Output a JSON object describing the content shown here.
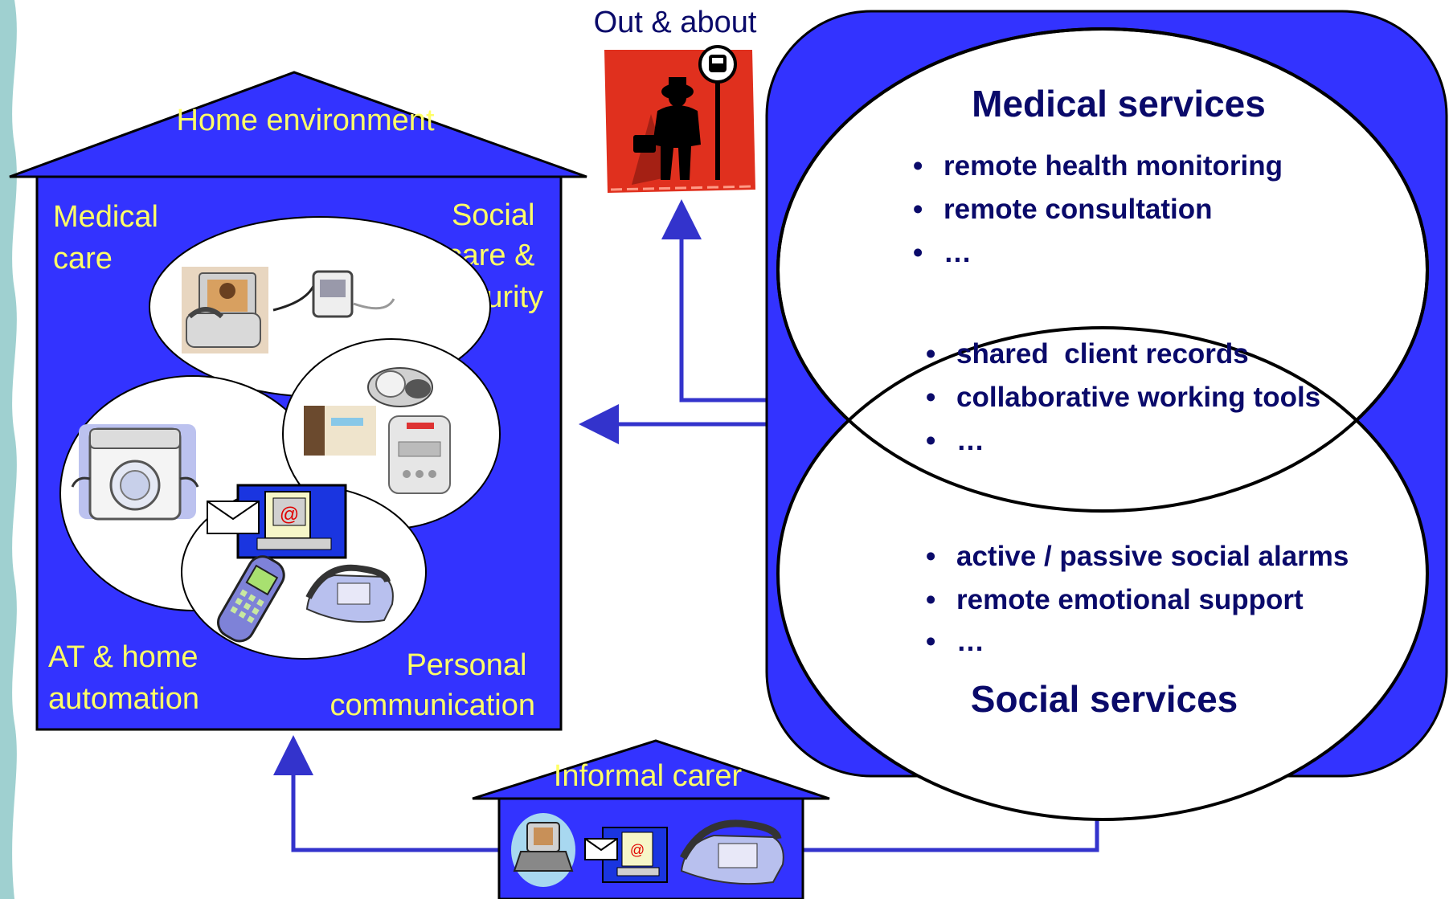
{
  "colors": {
    "panel_blue": "#3333ff",
    "arrow_blue": "#3333cc",
    "label_yellow": "#ffff66",
    "text_navy": "#0a0a6a",
    "teal_edge": "#9fd0d0",
    "outdoor_red": "#e0301e"
  },
  "home": {
    "title": "Home environment",
    "quadrants": {
      "medical_care": [
        "Medical",
        "care"
      ],
      "social_care": [
        "Social",
        "care &",
        "security"
      ],
      "at_home": [
        "AT & home",
        "automation"
      ],
      "personal_comm": [
        "Personal",
        "communication"
      ]
    },
    "icons": [
      "videophone-icon",
      "wrist-monitor-icon",
      "pendant-alarm-icon",
      "door-sensor-icon",
      "alarm-unit-icon",
      "washing-machine-icon",
      "email-computer-icon",
      "mobile-phone-icon",
      "desk-phone-icon"
    ]
  },
  "outdoor": {
    "title": "Out & about",
    "icon": "commuter-bus-stop-icon"
  },
  "services": {
    "medical_title": "Medical services",
    "medical_items": [
      "remote health monitoring",
      "remote consultation",
      "…"
    ],
    "shared_items": [
      "shared  client records",
      "collaborative working tools",
      "…"
    ],
    "social_items": [
      "active / passive social alarms",
      "remote emotional support",
      "…"
    ],
    "social_title": "Social services"
  },
  "carer": {
    "title": "Informal carer",
    "icons": [
      "videophone-icon",
      "email-computer-icon",
      "desk-phone-icon"
    ]
  }
}
